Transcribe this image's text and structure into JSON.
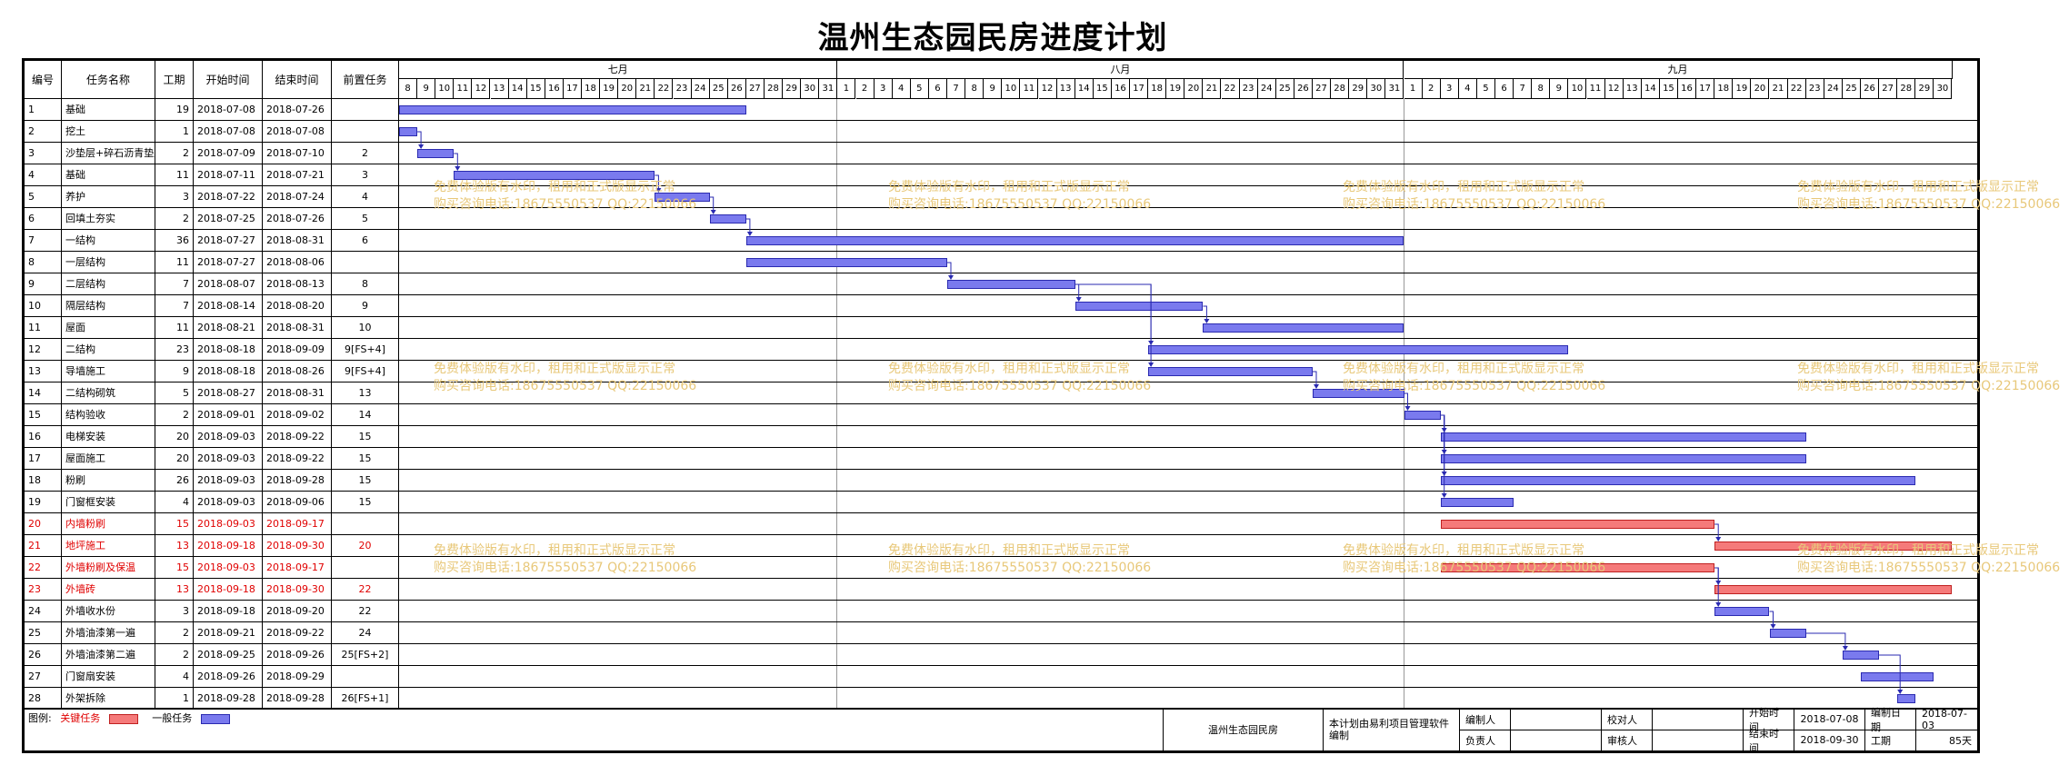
{
  "title": "温州生态园民房进度计划",
  "headers": {
    "no": "编号",
    "name": "任务名称",
    "dur": "工期",
    "start": "开始时间",
    "end": "结束时间",
    "pred": "前置任务"
  },
  "months": [
    "七月",
    "八月",
    "九月"
  ],
  "timeline": {
    "start": "2018-07-08",
    "end": "2018-09-30"
  },
  "tasks": [
    {
      "no": "1",
      "name": "基础",
      "dur": "19",
      "start": "2018-07-08",
      "end": "2018-07-26",
      "pred": "",
      "critical": false
    },
    {
      "no": "2",
      "name": "挖土",
      "dur": "1",
      "start": "2018-07-08",
      "end": "2018-07-08",
      "pred": "",
      "critical": false
    },
    {
      "no": "3",
      "name": "沙垫层+碎石沥青垫层",
      "dur": "2",
      "start": "2018-07-09",
      "end": "2018-07-10",
      "pred": "2",
      "critical": false
    },
    {
      "no": "4",
      "name": "基础",
      "dur": "11",
      "start": "2018-07-11",
      "end": "2018-07-21",
      "pred": "3",
      "critical": false
    },
    {
      "no": "5",
      "name": "养护",
      "dur": "3",
      "start": "2018-07-22",
      "end": "2018-07-24",
      "pred": "4",
      "critical": false
    },
    {
      "no": "6",
      "name": "回填土夯实",
      "dur": "2",
      "start": "2018-07-25",
      "end": "2018-07-26",
      "pred": "5",
      "critical": false
    },
    {
      "no": "7",
      "name": "一结构",
      "dur": "36",
      "start": "2018-07-27",
      "end": "2018-08-31",
      "pred": "6",
      "critical": false
    },
    {
      "no": "8",
      "name": "一层结构",
      "dur": "11",
      "start": "2018-07-27",
      "end": "2018-08-06",
      "pred": "",
      "critical": false
    },
    {
      "no": "9",
      "name": "二层结构",
      "dur": "7",
      "start": "2018-08-07",
      "end": "2018-08-13",
      "pred": "8",
      "critical": false
    },
    {
      "no": "10",
      "name": "隔层结构",
      "dur": "7",
      "start": "2018-08-14",
      "end": "2018-08-20",
      "pred": "9",
      "critical": false
    },
    {
      "no": "11",
      "name": "屋面",
      "dur": "11",
      "start": "2018-08-21",
      "end": "2018-08-31",
      "pred": "10",
      "critical": false
    },
    {
      "no": "12",
      "name": "二结构",
      "dur": "23",
      "start": "2018-08-18",
      "end": "2018-09-09",
      "pred": "9[FS+4]",
      "critical": false
    },
    {
      "no": "13",
      "name": "导墙施工",
      "dur": "9",
      "start": "2018-08-18",
      "end": "2018-08-26",
      "pred": "9[FS+4]",
      "critical": false
    },
    {
      "no": "14",
      "name": "二结构砌筑",
      "dur": "5",
      "start": "2018-08-27",
      "end": "2018-08-31",
      "pred": "13",
      "critical": false
    },
    {
      "no": "15",
      "name": "结构验收",
      "dur": "2",
      "start": "2018-09-01",
      "end": "2018-09-02",
      "pred": "14",
      "critical": false
    },
    {
      "no": "16",
      "name": "电梯安装",
      "dur": "20",
      "start": "2018-09-03",
      "end": "2018-09-22",
      "pred": "15",
      "critical": false
    },
    {
      "no": "17",
      "name": "屋面施工",
      "dur": "20",
      "start": "2018-09-03",
      "end": "2018-09-22",
      "pred": "15",
      "critical": false
    },
    {
      "no": "18",
      "name": "粉刷",
      "dur": "26",
      "start": "2018-09-03",
      "end": "2018-09-28",
      "pred": "15",
      "critical": false
    },
    {
      "no": "19",
      "name": "门窗框安装",
      "dur": "4",
      "start": "2018-09-03",
      "end": "2018-09-06",
      "pred": "15",
      "critical": false
    },
    {
      "no": "20",
      "name": "内墙粉刷",
      "dur": "15",
      "start": "2018-09-03",
      "end": "2018-09-17",
      "pred": "",
      "critical": true
    },
    {
      "no": "21",
      "name": "地坪施工",
      "dur": "13",
      "start": "2018-09-18",
      "end": "2018-09-30",
      "pred": "20",
      "critical": true
    },
    {
      "no": "22",
      "name": "外墙粉刷及保温",
      "dur": "15",
      "start": "2018-09-03",
      "end": "2018-09-17",
      "pred": "",
      "critical": true
    },
    {
      "no": "23",
      "name": "外墙砖",
      "dur": "13",
      "start": "2018-09-18",
      "end": "2018-09-30",
      "pred": "22",
      "critical": true
    },
    {
      "no": "24",
      "name": "外墙收水份",
      "dur": "3",
      "start": "2018-09-18",
      "end": "2018-09-20",
      "pred": "22",
      "critical": false
    },
    {
      "no": "25",
      "name": "外墙油漆第一遍",
      "dur": "2",
      "start": "2018-09-21",
      "end": "2018-09-22",
      "pred": "24",
      "critical": false
    },
    {
      "no": "26",
      "name": "外墙油漆第二遍",
      "dur": "2",
      "start": "2018-09-25",
      "end": "2018-09-26",
      "pred": "25[FS+2]",
      "critical": false
    },
    {
      "no": "27",
      "name": "门窗扇安装",
      "dur": "4",
      "start": "2018-09-26",
      "end": "2018-09-29",
      "pred": "",
      "critical": false
    },
    {
      "no": "28",
      "name": "外架拆除",
      "dur": "1",
      "start": "2018-09-28",
      "end": "2018-09-28",
      "pred": "26[FS+1]",
      "critical": false
    }
  ],
  "watermark": {
    "line1": "免费体验版有水印，租用和正式版显示正常",
    "line2": "购买咨询电话:18675550537 QQ:22150066"
  },
  "legend": {
    "label": "图例:",
    "critical": "关键任务",
    "normal": "一般任务"
  },
  "footer": {
    "project": "温州生态园民房",
    "software": "本计划由易利项目管理软件编制",
    "editor_label": "编制人",
    "checker_label": "校对人",
    "owner_label": "负责人",
    "reviewer_label": "审核人",
    "start_label": "开始时间",
    "start_value": "2018-07-08",
    "end_label": "结束时间",
    "end_value": "2018-09-30",
    "date_label": "编制日期",
    "date_value": "2018-07-03",
    "period_label": "工期",
    "period_value": "85天"
  },
  "colors": {
    "normal": "#7a7aee",
    "critical": "#f57a7a",
    "critical_text": "#e00000",
    "watermark": "#e8c87a"
  }
}
